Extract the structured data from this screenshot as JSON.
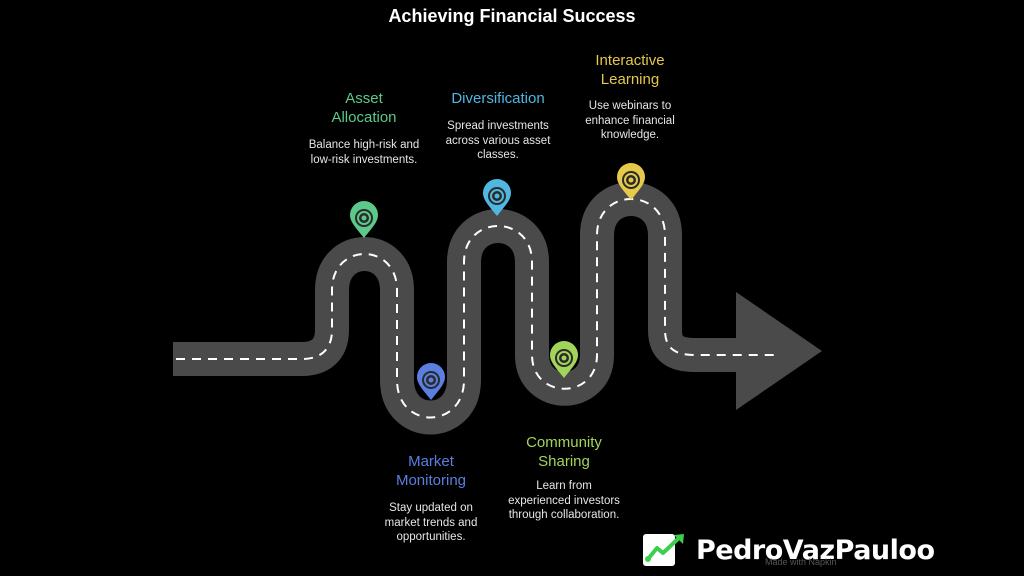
{
  "title": "Achieving Financial Success",
  "steps": [
    {
      "heading": "Asset Allocation",
      "description": "Balance high-risk and low-risk investments.",
      "color": "#5cc98a"
    },
    {
      "heading": "Market Monitoring",
      "description": "Stay updated on market trends and opportunities.",
      "color": "#5a7fe0"
    },
    {
      "heading": "Diversification",
      "description": "Spread investments across various asset classes.",
      "color": "#4fb7e0"
    },
    {
      "heading": "Community Sharing",
      "description": "Learn from experienced investors through collaboration.",
      "color": "#a3d45a"
    },
    {
      "heading": "Interactive Learning",
      "description": "Use webinars to enhance financial knowledge.",
      "color": "#e6c84a"
    }
  ],
  "colors": {
    "road": "#4a4a4a",
    "road_line": "#ffffff",
    "background": "#000000"
  },
  "icons": {
    "marker": "map-pin-icon",
    "logo": "chart-arrow-logo-icon"
  },
  "brand": {
    "name": "PedroVazPauloo",
    "footer": "Made with Napkin"
  }
}
